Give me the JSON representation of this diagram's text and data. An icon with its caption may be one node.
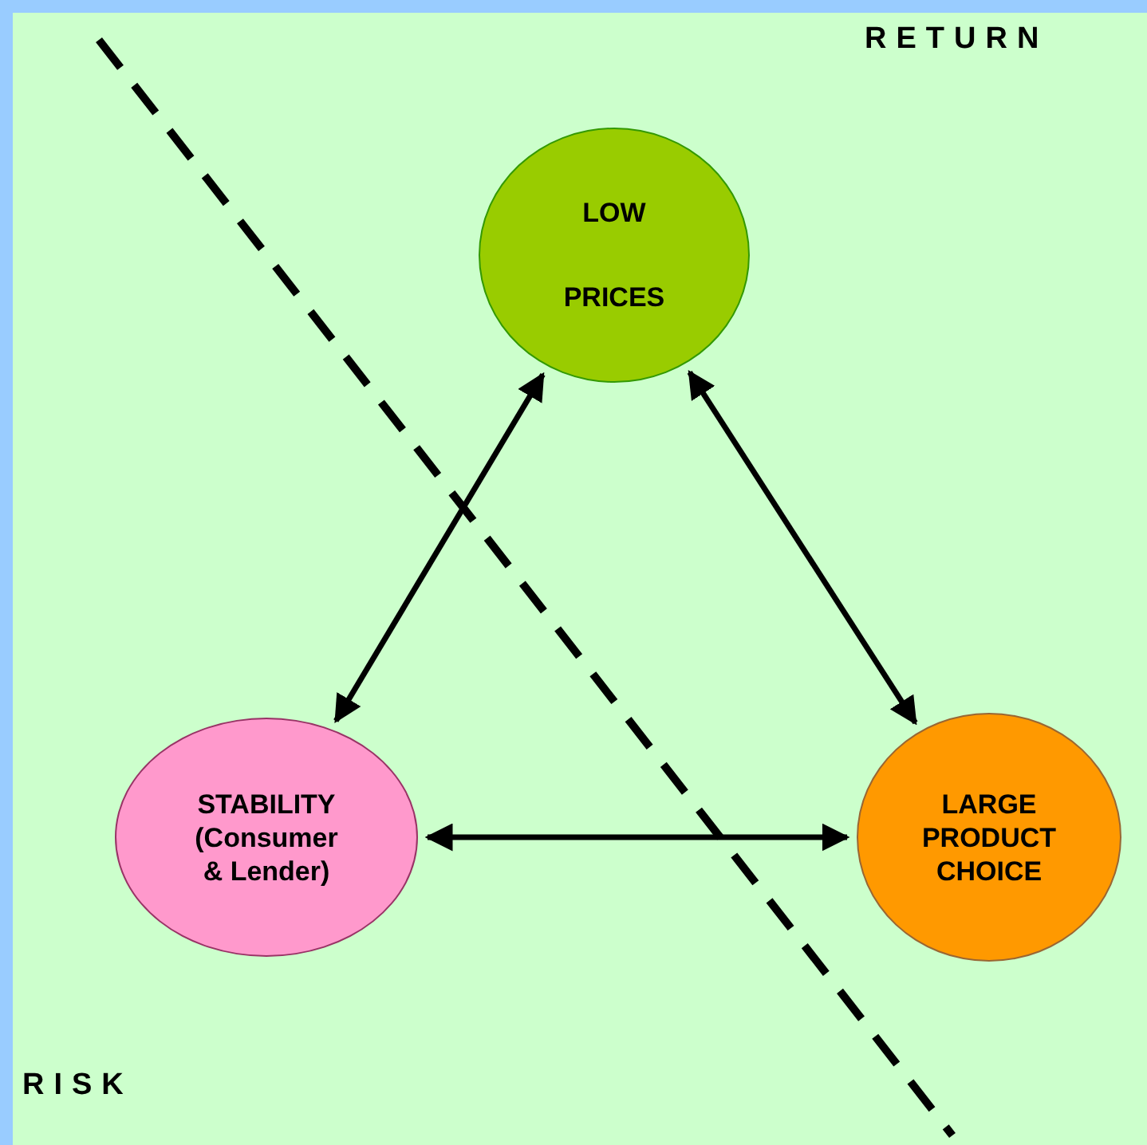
{
  "diagram": {
    "nodes": [
      {
        "text": [
          "LOW",
          "PRICES"
        ]
      },
      {
        "text": [
          "STABILITY (Consumer & Lender)"
        ]
      },
      {
        "text": [
          "LARGE PRODUCT CHOICE"
        ]
      }
    ],
    "edges": [
      {
        "from": 1,
        "to": 0,
        "arrow": "both"
      },
      {
        "from": 0,
        "to": 2,
        "arrow": "both"
      },
      {
        "from": 1,
        "to": 2,
        "arrow": "both"
      }
    ],
    "labels": [
      "RETURN",
      "RISK"
    ]
  }
}
